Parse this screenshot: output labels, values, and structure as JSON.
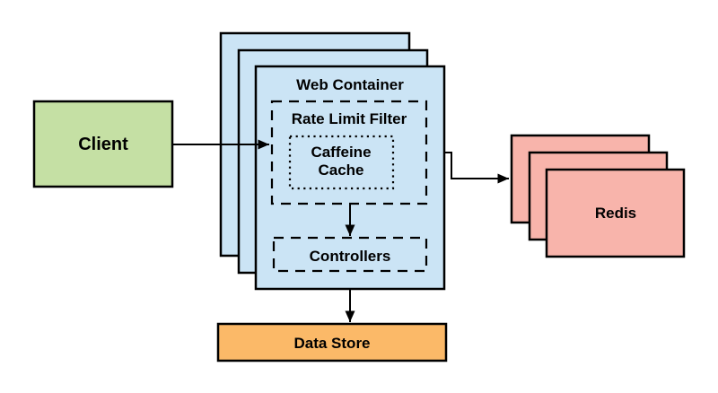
{
  "diagram": {
    "client": {
      "label": "Client",
      "fill": "#C5E0A4"
    },
    "web_container": {
      "label": "Web Container",
      "fill": "#CBE4F5",
      "stack_layers": 3
    },
    "rate_limit_filter": {
      "label": "Rate Limit Filter"
    },
    "caffeine_cache": {
      "label_line1": "Caffeine",
      "label_line2": "Cache"
    },
    "controllers": {
      "label": "Controllers"
    },
    "redis": {
      "label": "Redis",
      "fill": "#F8B4AB",
      "stack_layers": 3
    },
    "data_store": {
      "label": "Data Store",
      "fill": "#FBB968"
    },
    "stroke_color": "#000000",
    "background_color": "#FFFFFF"
  }
}
